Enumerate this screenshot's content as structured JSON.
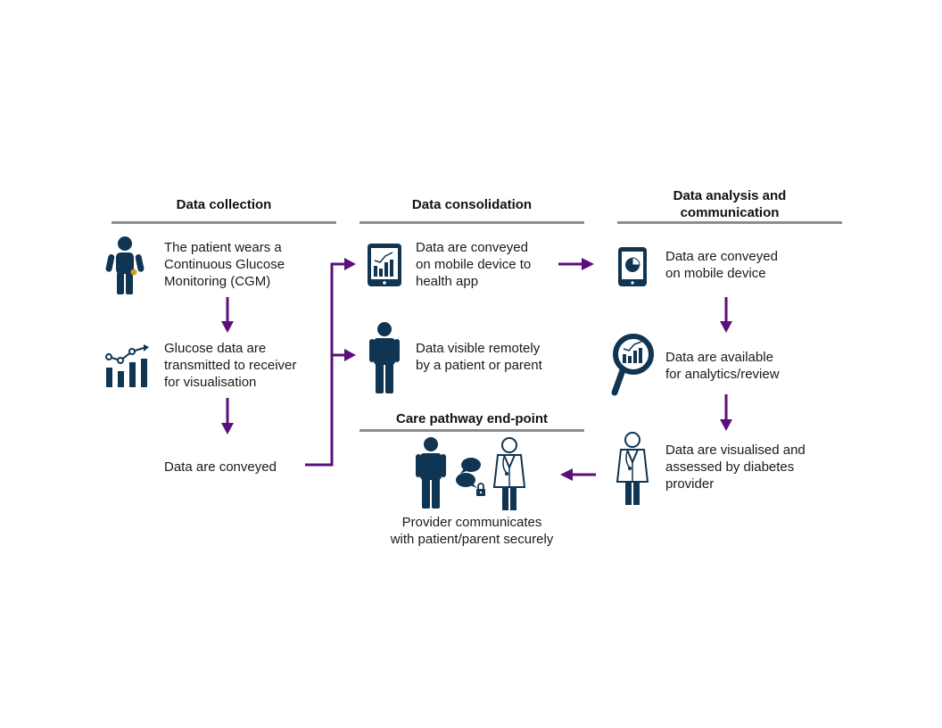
{
  "colors": {
    "icon": "#103552",
    "arrow": "#5b0f7a",
    "rule": "#8a8d94",
    "accent": "#d89a2b"
  },
  "columns": {
    "collection": {
      "heading": "Data collection",
      "steps": [
        {
          "icon": "patient-with-cgm-icon",
          "text": "The patient wears a\nContinuous Glucose\nMonitoring (CGM)"
        },
        {
          "icon": "glucose-trend-chart-icon",
          "text": "Glucose data are\ntransmitted to receiver\nfor visualisation"
        },
        {
          "text": "Data are conveyed"
        }
      ]
    },
    "consolidation": {
      "heading": "Data consolidation",
      "steps": [
        {
          "icon": "tablet-chart-icon",
          "text": "Data are conveyed\non mobile device to\nhealth app"
        },
        {
          "icon": "person-icon",
          "text": "Data visible remotely\nby a patient or parent"
        }
      ]
    },
    "analysis": {
      "heading": "Data analysis and\ncommunication",
      "steps": [
        {
          "icon": "tablet-pie-icon",
          "text": "Data are conveyed\non mobile device"
        },
        {
          "icon": "magnifier-chart-icon",
          "text": "Data are available\nfor analytics/review"
        },
        {
          "icon": "doctor-icon",
          "text": "Data are visualised and\nassessed by diabetes\nprovider"
        }
      ]
    },
    "endpoint": {
      "heading": "Care pathway end-point",
      "icons": [
        "person-icon",
        "chat-bubbles-icon",
        "lock-icon",
        "doctor-icon"
      ],
      "text": "Provider communicates\nwith patient/parent securely"
    }
  }
}
